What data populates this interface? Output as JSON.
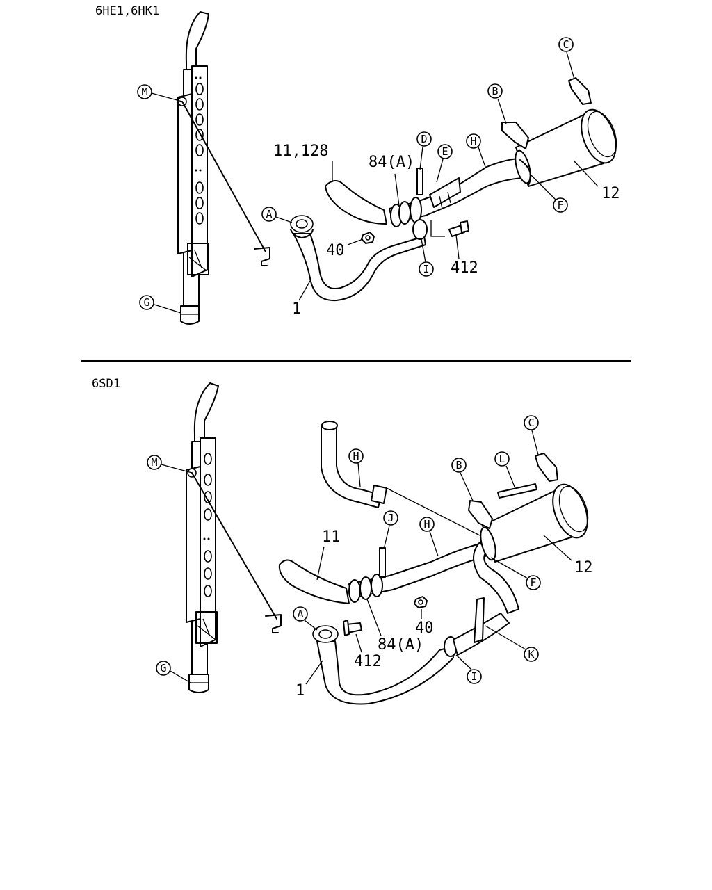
{
  "sections": [
    {
      "header": "6HE1,6HK1",
      "callouts": {
        "A": "A",
        "B": "B",
        "C": "C",
        "D": "D",
        "E": "E",
        "F": "F",
        "G": "G",
        "H": "H",
        "I": "I",
        "M": "M"
      },
      "numbers": {
        "n11_128": "11,128",
        "n84a": "84(A)",
        "n12": "12",
        "n40": "40",
        "n412": "412",
        "n1": "1"
      }
    },
    {
      "header": "6SD1",
      "callouts": {
        "A": "A",
        "B": "B",
        "C": "C",
        "F": "F",
        "G": "G",
        "H1": "H",
        "H2": "H",
        "I": "I",
        "J": "J",
        "K": "K",
        "L": "L",
        "M": "M"
      },
      "numbers": {
        "n11": "11",
        "n12": "12",
        "n40": "40",
        "n84a": "84(A)",
        "n412": "412",
        "n1": "1"
      }
    }
  ]
}
